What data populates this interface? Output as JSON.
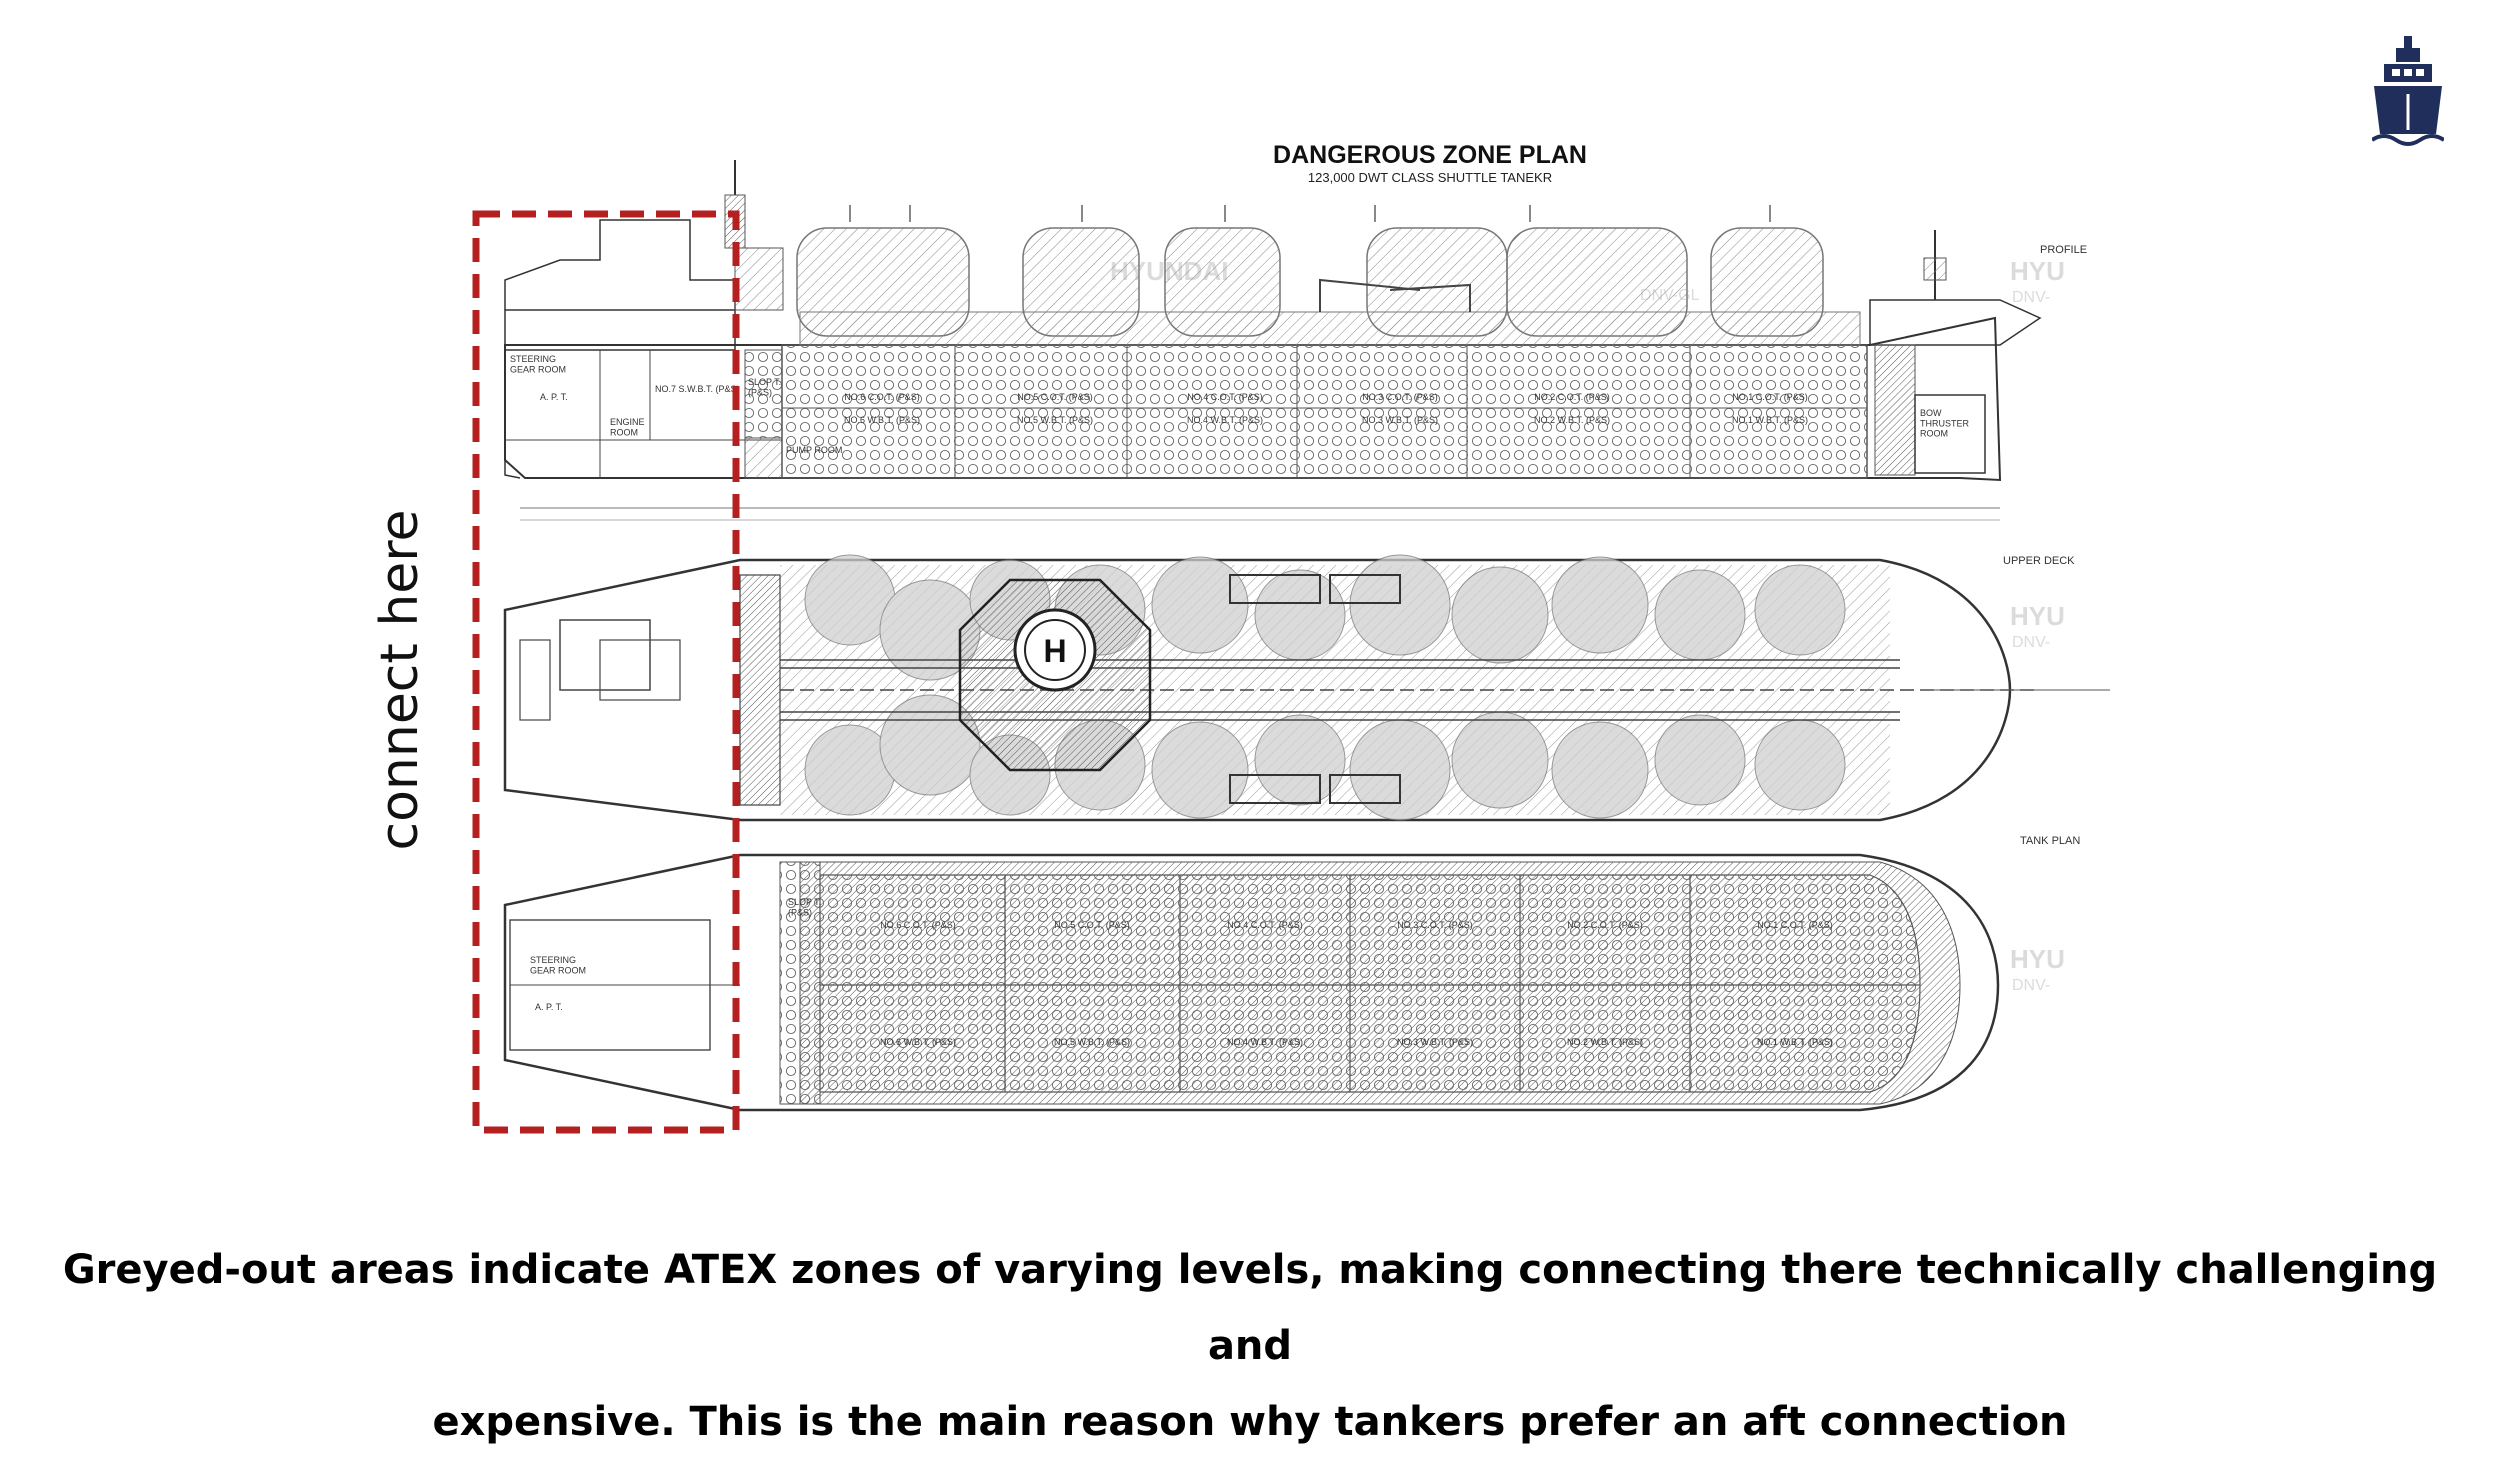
{
  "diagram": {
    "title": "DANGEROUS ZONE PLAN",
    "subtitle": "123,000 DWT CLASS SHUTTLE TANEKR",
    "view_labels": {
      "profile": "PROFILE",
      "upper_deck": "UPPER DECK",
      "tank_plan": "TANK PLAN"
    },
    "watermark": {
      "word": "HYU",
      "class": "DNV-",
      "word2": "HYUNDAI",
      "class2": "DNV-GL"
    },
    "profile_rooms": {
      "steering": "STEERING\nGEAR ROOM",
      "apt": "A. P. T.",
      "engine": "ENGINE\nROOM",
      "swbt": "NO.7 S.W.B.T. (P&S)",
      "slop": "SLOP T.\n(P&S)",
      "pump": "PUMP ROOM",
      "bow": "BOW\nTHRUSTER\nROOM"
    },
    "profile_cargo_tanks": [
      "NO.6 C.O.T. (P&S)",
      "NO.5 C.O.T. (P&S)",
      "NO.4 C.O.T. (P&S)",
      "NO.3 C.O.T. (P&S)",
      "NO.2 C.O.T. (P&S)",
      "NO.1 C.O.T. (P&S)"
    ],
    "profile_ballast_tanks": [
      "NO.6 W.B.T. (P&S)",
      "NO.5 W.B.T. (P&S)",
      "NO.4 W.B.T. (P&S)",
      "NO.3 W.B.T. (P&S)",
      "NO.2 W.B.T. (P&S)",
      "NO.1 W.B.T. (P&S)"
    ],
    "helideck": "H",
    "tank_plan_rooms": {
      "steering": "STEERING\nGEAR ROOM",
      "apt": "A. P. T.",
      "slop": "SLOP T.\n(P&S)"
    },
    "tank_plan_cargo": [
      "NO.6 C.O.T. (P&S)",
      "NO.5 C.O.T. (P&S)",
      "NO.4 C.O.T. (P&S)",
      "NO.3 C.O.T. (P&S)",
      "NO.2 C.O.T. (P&S)",
      "NO.1 C.O.T. (P&S)"
    ],
    "tank_plan_ballast": [
      "NO.6 W.B.T. (P&S)",
      "NO.5 W.B.T. (P&S)",
      "NO.4 W.B.T. (P&S)",
      "NO.3 W.B.T. (P&S)",
      "NO.2 W.B.T. (P&S)",
      "NO.1 W.B.T. (P&S)"
    ]
  },
  "highlight": {
    "label": "connect here",
    "color": "#b3201f"
  },
  "caption": {
    "line1": "Greyed-out areas indicate ATEX zones of varying levels, making connecting there technically challenging and",
    "line2": "expensive. This is the main reason why tankers prefer an aft connection"
  },
  "logo": {
    "icon": "ship-icon",
    "color": "#1f2e5a"
  }
}
